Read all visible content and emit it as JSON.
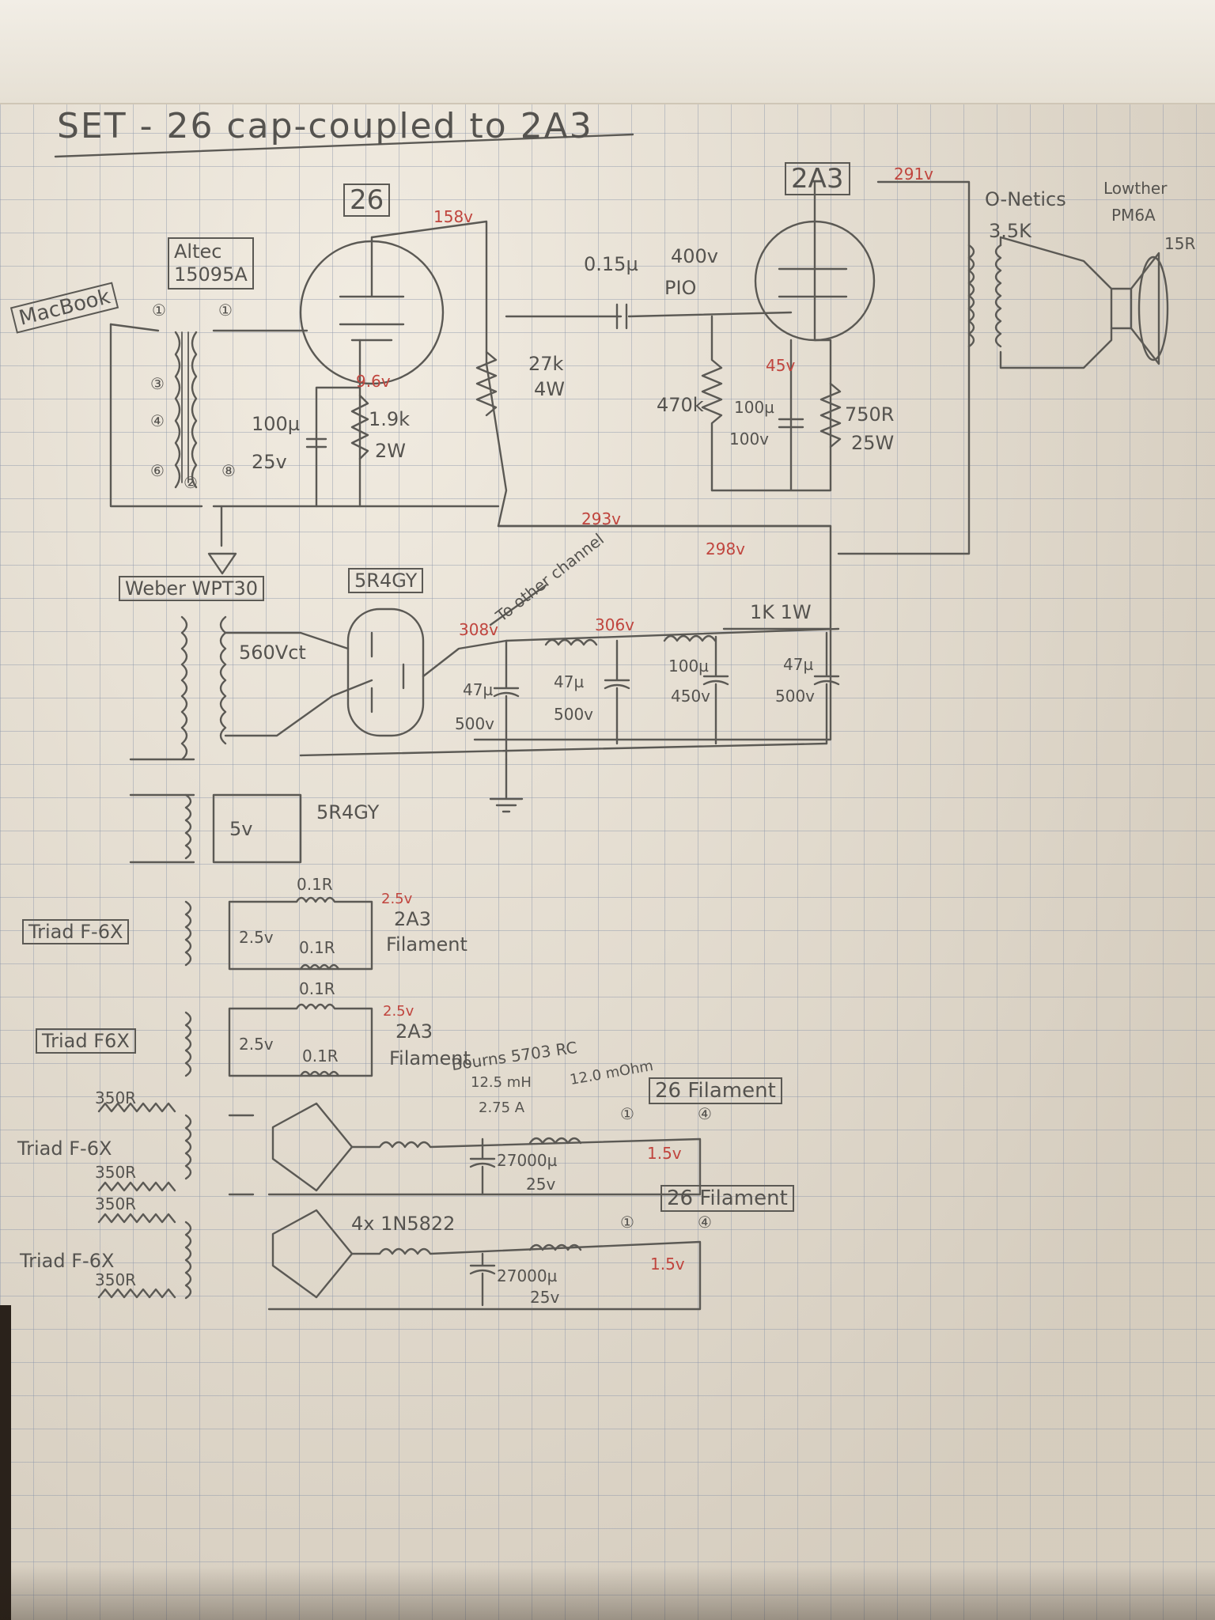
{
  "title": "SET - 26 cap-coupled to 2A3",
  "tubes": {
    "driver": "26",
    "output": "2A3",
    "rectifier": "5R4GY",
    "rectifier_heater": "5R4GY"
  },
  "input": {
    "source": "MacBook",
    "transformer_line1": "Altec",
    "transformer_line2": "15095A",
    "pins": [
      "①",
      "①",
      "③",
      "④",
      "⑥",
      "②",
      "⑧"
    ]
  },
  "stage1": {
    "v_plate": "158v",
    "v_cathode": "9.6v",
    "cap_value": "100µ",
    "cap_voltage": "25v",
    "rk": "1.9k",
    "rk_power": "2W",
    "rl": "27k",
    "rl_power": "4W"
  },
  "coupling": {
    "value": "0.15µ",
    "voltage": "400v",
    "type": "PIO"
  },
  "stage2": {
    "v_plate": "291v",
    "v_cathode": "45v",
    "rg": "470k",
    "cap_value": "100µ",
    "cap_voltage": "100v",
    "rk": "750R",
    "rk_power": "25W",
    "supply_v": "293v"
  },
  "output": {
    "transformer_line1": "O-Netics",
    "transformer_line2": "3.5K",
    "speaker_line1": "Lowther",
    "speaker_line2": "PM6A",
    "speaker_line3": "15R"
  },
  "psu": {
    "transformer": "Weber WPT30",
    "hv": "560Vct",
    "heater": "5v",
    "v1": "308v",
    "v2": "306v",
    "v3": "298v",
    "note": "To other channel",
    "choke_res": "1K 1W",
    "caps": [
      {
        "value": "47µ",
        "voltage": "500v"
      },
      {
        "value": "47µ",
        "voltage": "500v"
      },
      {
        "value": "100µ",
        "voltage": "450v"
      },
      {
        "value": "47µ",
        "voltage": "500v"
      }
    ]
  },
  "filaments": {
    "xfmr": "Triad F-6X",
    "xfmr_b": "Triad F6X",
    "v_ac": "2.5v",
    "res": "0.1R",
    "v_out": "2.5v",
    "load_a1": "2A3",
    "load_a2": "Filament",
    "choke_line1": "Bourns 5703 RC",
    "choke_line2": "12.5 mH",
    "choke_line3": "2.75 A",
    "choke_line4": "12.0 mOhm",
    "load_b1": "26",
    "load_b2": "Filament",
    "diodes": "4x 1N5822",
    "cap_value": "27000µ",
    "cap_value_b": "27000µ",
    "cap_voltage": "25v",
    "v_dc": "1.5v",
    "series_res": "350R",
    "pin1": "①",
    "pin4": "④"
  }
}
